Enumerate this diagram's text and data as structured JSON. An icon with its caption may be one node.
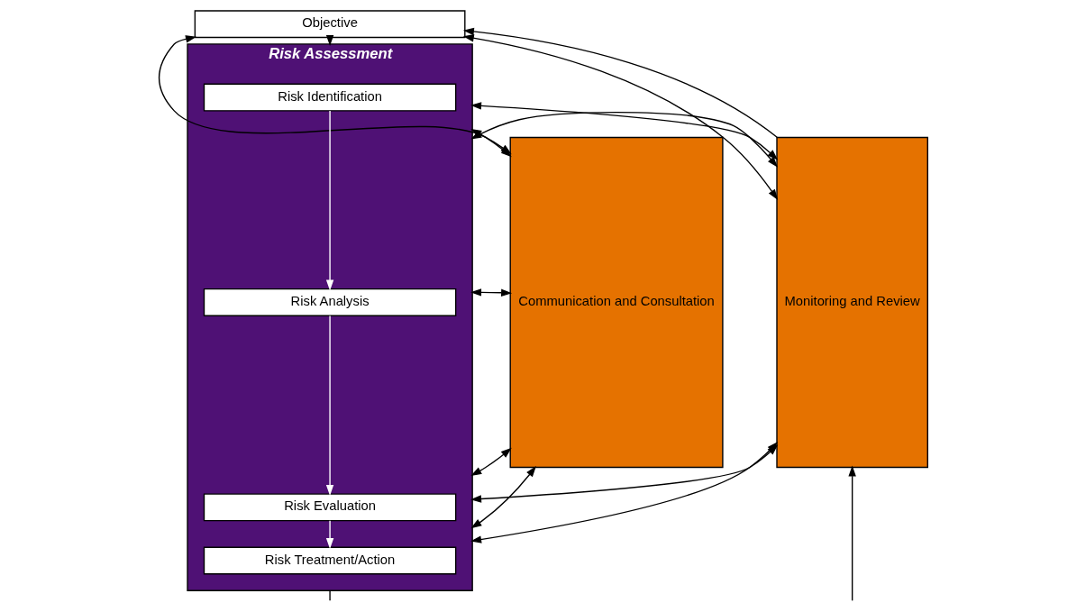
{
  "diagram": {
    "nodes": [
      {
        "text": [
          "Communication and Consultation"
        ]
      },
      {
        "text": [
          "Objective"
        ]
      },
      {
        "text": [
          "Risk Assessment"
        ]
      },
      {
        "text": [
          "Risk Identification"
        ],
        "in": 2
      },
      {
        "text": [
          "Risk Analysis"
        ],
        "in": 2
      },
      {
        "text": [
          "Risk Evaluation"
        ],
        "in": 2
      },
      {
        "text": [
          "Risk Treatment/Action"
        ],
        "in": 2
      },
      {
        "text": [
          "Monitoring and Review"
        ]
      }
    ],
    "edges": [
      {
        "from": 0,
        "to": 1,
        "arrow": "both"
      },
      {
        "from": 7,
        "to": 1,
        "arrow": "to"
      },
      {
        "from": 1,
        "to": 7,
        "arrow": "both"
      },
      {
        "from": 1,
        "to": 2,
        "arrow": "to"
      },
      {
        "from": 0,
        "to": 2,
        "arrow": "both"
      },
      {
        "from": 0,
        "to": 2,
        "arrow": "both"
      },
      {
        "from": 0,
        "to": 2,
        "arrow": "both"
      },
      {
        "from": 0,
        "to": 2,
        "arrow": "both"
      },
      {
        "from": 2,
        "to": 7,
        "arrow": "both"
      },
      {
        "from": 2,
        "to": 7,
        "arrow": "both"
      },
      {
        "from": 2,
        "to": 7,
        "arrow": "both"
      },
      {
        "from": 2,
        "to": 7,
        "arrow": "both"
      },
      {
        "from": 3,
        "to": 4,
        "arrow": "to",
        "color": "#ffffff"
      },
      {
        "from": 4,
        "to": 5,
        "arrow": "to",
        "color": "#ffffff"
      },
      {
        "from": 5,
        "to": 6,
        "arrow": "to",
        "color": "#ffffff"
      },
      {
        "from": 2,
        "to": null,
        "arrow": "none"
      },
      {
        "from": null,
        "to": 7,
        "arrow": "to"
      }
    ]
  }
}
